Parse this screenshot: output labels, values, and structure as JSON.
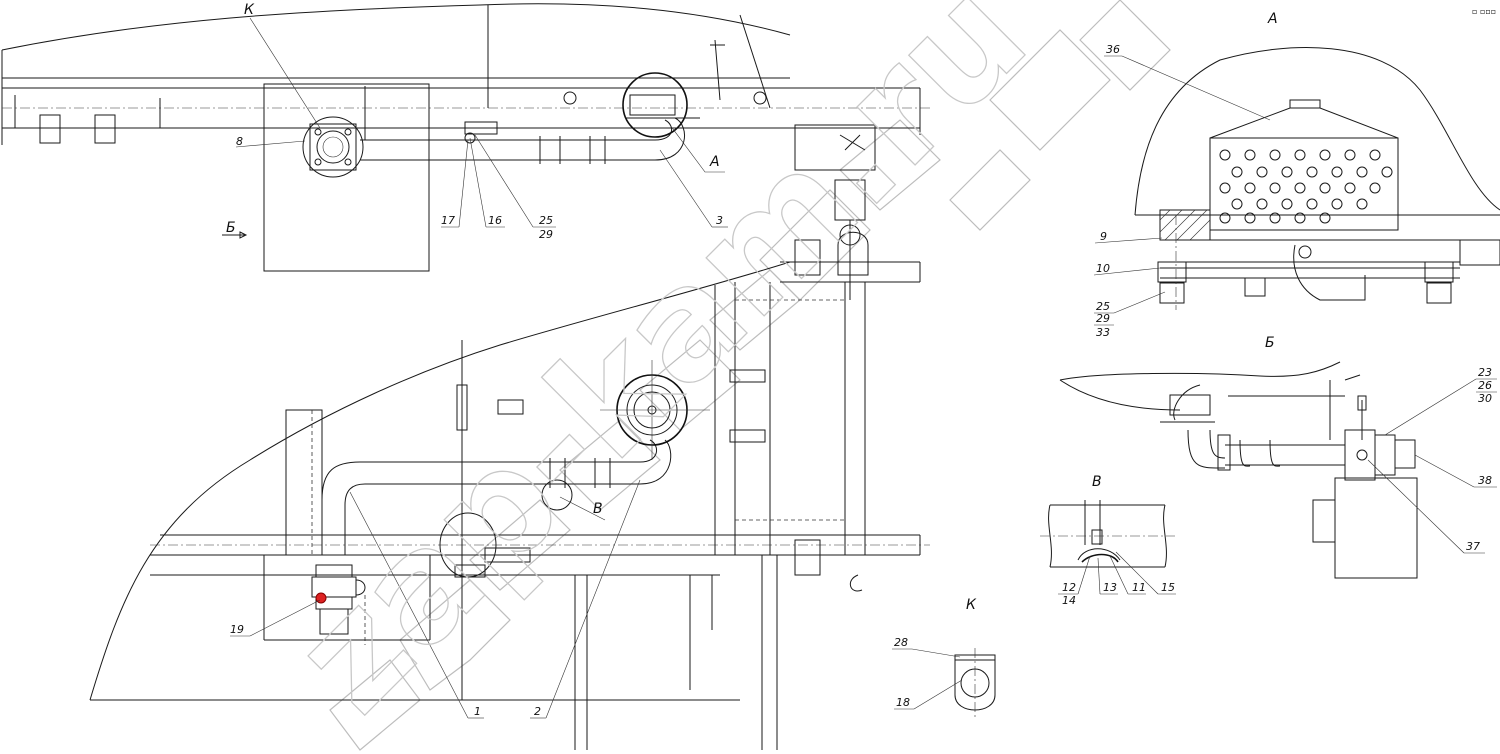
{
  "corner_mark": "▫ ▫▫▫",
  "view_titles": {
    "k_top": "К",
    "a": "А",
    "b_view": "Б",
    "v_view": "В",
    "k_view": "К"
  },
  "arrow_labels": {
    "a": "А",
    "b": "Б",
    "v": "В"
  },
  "callouts": {
    "c8": "8",
    "c17": "17",
    "c16": "16",
    "c25": "25",
    "c29": "29",
    "c3": "3",
    "c19": "19",
    "c1": "1",
    "c2": "2",
    "c36": "36",
    "c9": "9",
    "c10": "10",
    "a25": "25",
    "a29": "29",
    "a33": "33",
    "b23": "23",
    "b26": "26",
    "b30": "30",
    "b38": "38",
    "b37": "37",
    "v12": "12",
    "v14": "14",
    "v13": "13",
    "v11": "11",
    "v15": "15",
    "k28": "28",
    "k18": "18"
  },
  "watermark": "zap-kam.ru"
}
